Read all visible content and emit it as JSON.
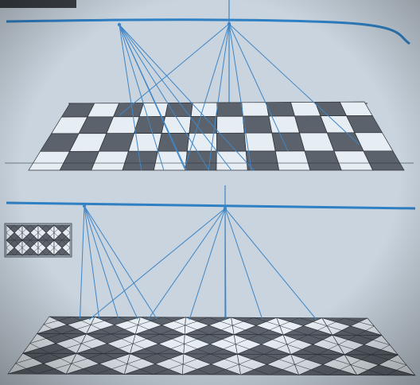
{
  "colors": {
    "paper": "#c9d4de",
    "paper_shade": "#b7c3cf",
    "horizon": "#2f7fc3",
    "ray": "#3f86c6",
    "dark_tile": "#5c626b",
    "light_tile": "#e6edf3",
    "tile_edge": "#2c3138",
    "shadow_corner": "#3a3f45"
  },
  "top_figure": {
    "pattern": "checkerboard",
    "rows": 4,
    "columns": 12,
    "vanishing_point_count": 2
  },
  "bottom_figure": {
    "pattern": "diamond-tile",
    "rows": 3,
    "columns": 7,
    "vanishing_point_count": 2,
    "sample_swatch": {
      "pattern": "diamond-tile",
      "columns": 4,
      "rows": 2
    }
  }
}
